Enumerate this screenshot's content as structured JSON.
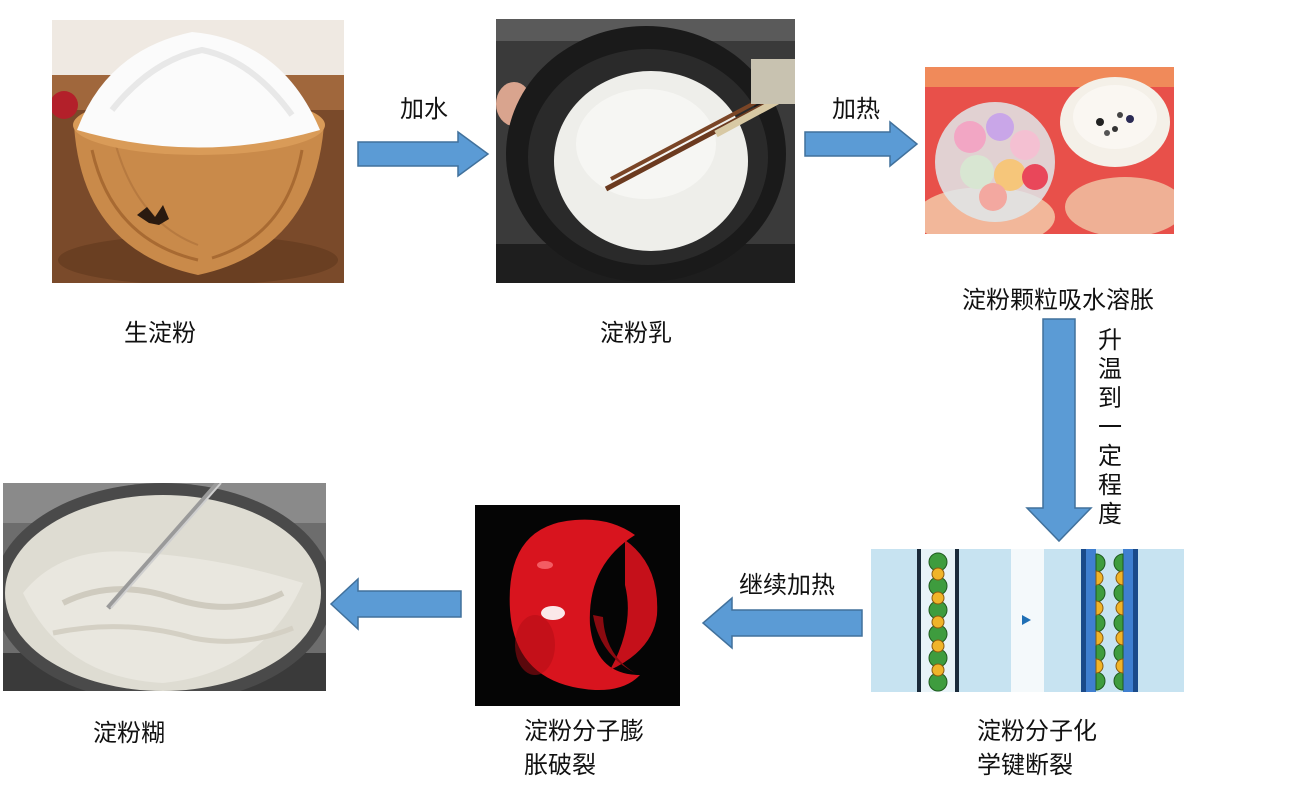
{
  "stages": {
    "raw_starch": "生淀粉",
    "starch_milk": "淀粉乳",
    "granule_swelling": "淀粉颗粒吸水溶胀",
    "bond_break_line1": "淀粉分子化",
    "bond_break_line2": "学键断裂",
    "molecule_burst_line1": "淀粉分子膨",
    "molecule_burst_line2": "胀破裂",
    "starch_paste": "淀粉糊"
  },
  "transitions": {
    "add_water": "加水",
    "heat": "加热",
    "heat_to_degree": [
      "升",
      "温",
      "到",
      "一",
      "定",
      "程",
      "度"
    ],
    "continue_heating": "继续加热"
  },
  "colors": {
    "arrow_fill": "#5B9BD5",
    "arrow_stroke": "#41719C"
  }
}
